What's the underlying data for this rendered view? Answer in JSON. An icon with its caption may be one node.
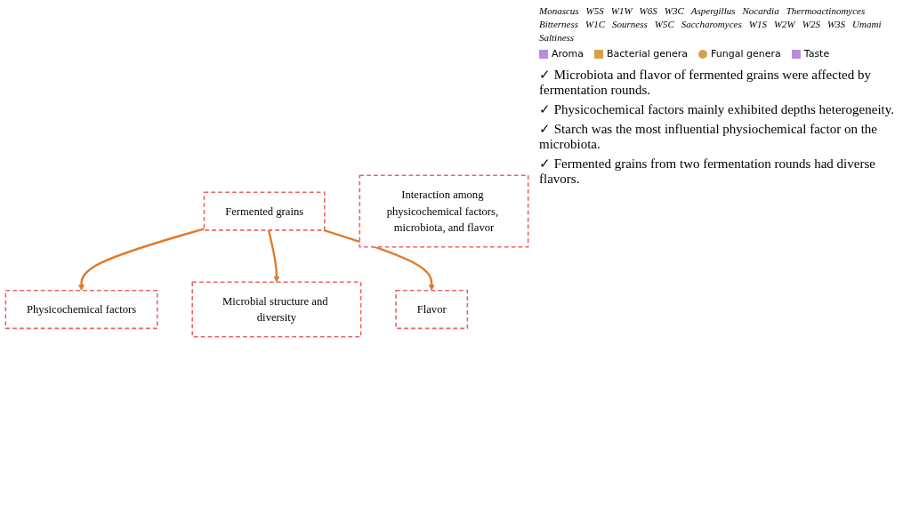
{
  "diagram": {
    "nodes": [
      {
        "text": [
          "Fermented grains"
        ]
      },
      {
        "text": [
          "Physicochemical factors"
        ]
      },
      {
        "text": [
          "Microbial structure and diversity"
        ]
      },
      {
        "text": [
          "Flavor"
        ]
      },
      {
        "text": [
          "Interaction among physicochemical factors, microbiota, and flavor"
        ]
      }
    ],
    "edges": [
      {
        "from": 0,
        "to": 1,
        "arrow": "to"
      },
      {
        "from": 0,
        "to": 2,
        "arrow": "to"
      },
      {
        "from": 0,
        "to": 3,
        "arrow": "to"
      }
    ],
    "labels": [
      "Monascus",
      "W5S",
      "W1W",
      "W6S",
      "W3C",
      "Aspergillus",
      "Nocardia",
      "Thermoactinomyces",
      "Bitterness",
      "W1C",
      "Sourness",
      "W5C",
      "Saccharomyces",
      "W1S",
      "W2W",
      "W2S",
      "W3S",
      "Umami",
      "Saltiness",
      "✓ Microbiota and flavor of fermented grains were affected by fermentation rounds.",
      "✓ Physicochemical factors mainly exhibited depths heterogeneity.",
      "✓ Starch was the most influential physiochemical factor on the microbiota.",
      "✓ Fermented grains from two fermentation rounds had diverse flavors."
    ],
    "legend": [
      {
        "text": "Aroma"
      },
      {
        "text": "Bacterial genera"
      },
      {
        "text": "Fungal genera"
      },
      {
        "text": "Taste"
      }
    ]
  }
}
